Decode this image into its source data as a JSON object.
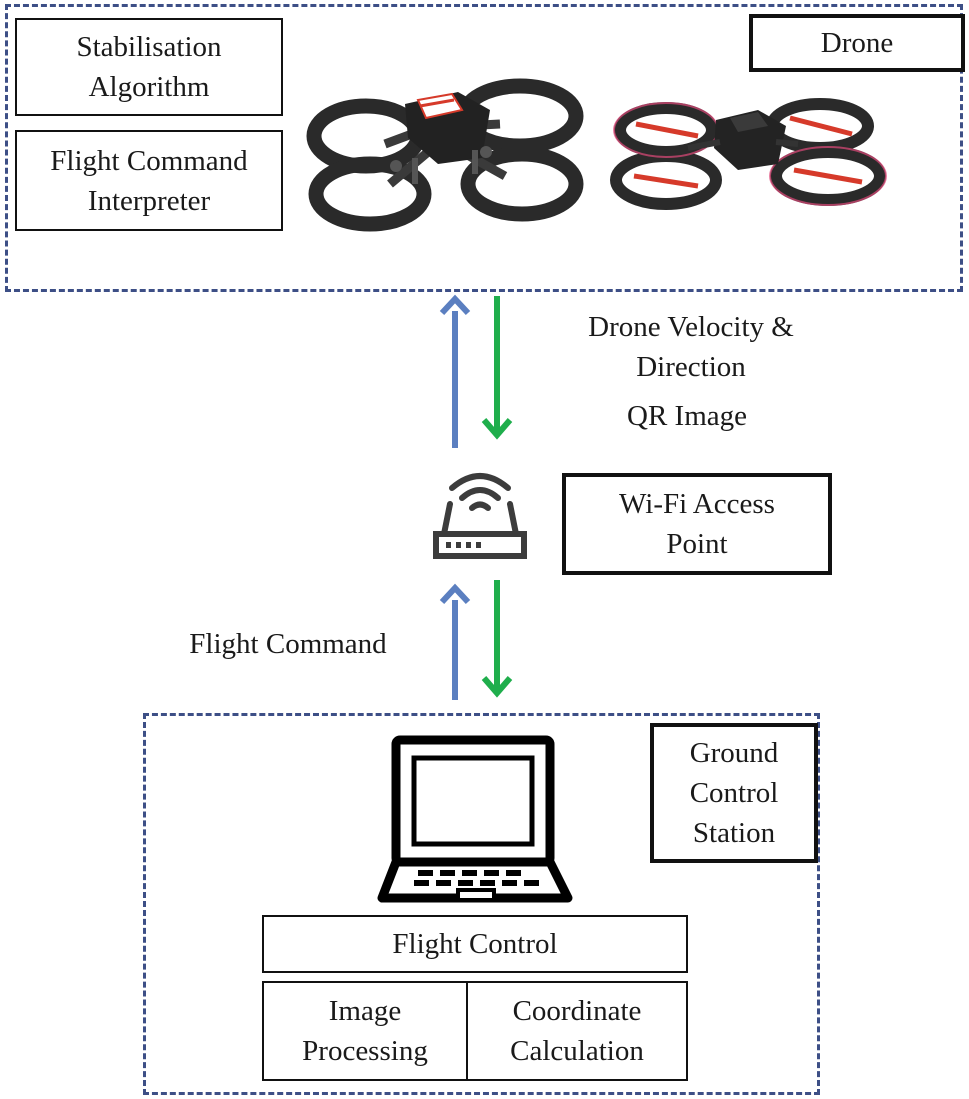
{
  "colors": {
    "uplink_arrow": "#5b7fc0",
    "downlink_arrow": "#1fae4c",
    "dashed_border": "#3d4f86",
    "drone_body": "#2a2a2a",
    "drone_accent": "#d63a2a"
  },
  "drone_section": {
    "title": "Drone",
    "stabilisation_box": "Stabilisation\nAlgorithm",
    "interpreter_box": "Flight Command\nInterpreter",
    "icons": [
      "quadcopter-drone-icon",
      "quadcopter-drone-red-icon"
    ]
  },
  "link_labels": {
    "drone_velocity": "Drone Velocity &\nDirection",
    "qr_image": "QR Image",
    "flight_command": "Flight Command"
  },
  "access_point": {
    "title": "Wi-Fi Access\nPoint",
    "icon": "wifi-router-icon"
  },
  "ground_station": {
    "title": "Ground\nControl\nStation",
    "icon": "laptop-icon",
    "flight_control": "Flight Control",
    "image_processing": "Image\nProcessing",
    "coordinate_calculation": "Coordinate\nCalculation"
  }
}
